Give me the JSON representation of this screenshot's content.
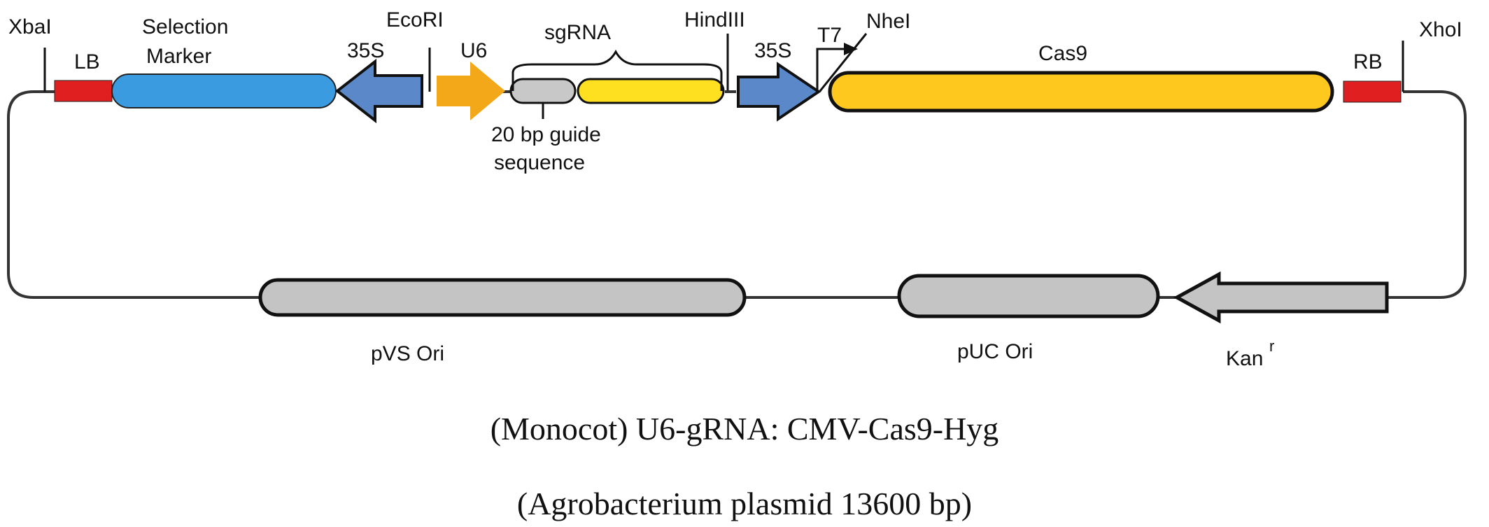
{
  "labels": {
    "xbai": "XbaI",
    "lb": "LB",
    "selection_marker_line1": "Selection",
    "selection_marker_line2": "Marker",
    "promoter_35s_left": "35S",
    "ecori": "EcoRI",
    "u6": "U6",
    "sgrna": "sgRNA",
    "hindiii": "HindIII",
    "promoter_35s_right": "35S",
    "t7": "T7",
    "nhei": "NheI",
    "cas9": "Cas9",
    "rb": "RB",
    "xhoi": "XhoI",
    "guide_line1": "20 bp guide",
    "guide_line2": "sequence",
    "pvs_ori": "pVS Ori",
    "puc_ori": "pUC Ori",
    "kan": "Kan",
    "kan_superscript": "r"
  },
  "caption": {
    "line1": "(Monocot)  U6-gRNA: CMV-Cas9-Hyg",
    "line2": "(Agrobacterium plasmid 13600 bp)"
  },
  "colors": {
    "border_red": "#e02020",
    "selection_blue": "#3b9be0",
    "promoter_blue": "#5b88c8",
    "u6_orange": "#f2a818",
    "cas9_yellow": "#ffc81e",
    "sgrna_yellow": "#ffe020",
    "guide_grey": "#c8c8c8",
    "ori_grey": "#c4c4c4"
  }
}
